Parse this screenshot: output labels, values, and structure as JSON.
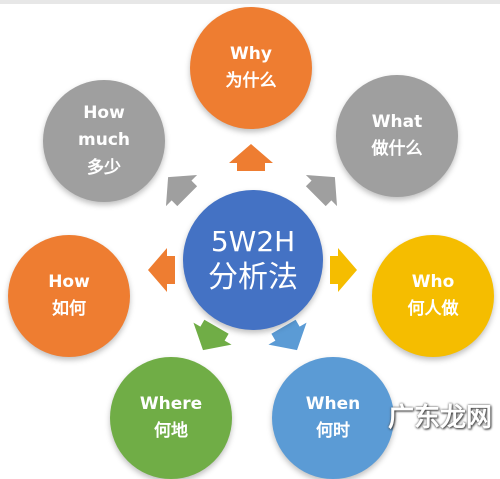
{
  "center": {
    "title": "5W2H",
    "subtitle": "分析法"
  },
  "nodes": {
    "why": {
      "en": "Why",
      "zh": "为什么"
    },
    "what": {
      "en": "What",
      "zh": "做什么"
    },
    "who": {
      "en": "Who",
      "zh": "何人做"
    },
    "when": {
      "en": "When",
      "zh": "何时"
    },
    "where": {
      "en": "Where",
      "zh": "何地"
    },
    "how": {
      "en": "How",
      "zh": "如何"
    },
    "how_much": {
      "en_line1": "How",
      "en_line2": "much",
      "zh": "多少"
    }
  },
  "watermark": "广东龙网",
  "colors": {
    "why": "#ee7d31",
    "how": "#ee7d31",
    "what": "#9f9f9f",
    "how_much": "#9f9f9f",
    "who": "#f5bd00",
    "when": "#5b9bd5",
    "where": "#70ad46",
    "center": "#4472c4",
    "arrow_top": "#ee7d31",
    "arrow_left": "#ee7d31",
    "arrow_upper_left": "#9f9f9f",
    "arrow_upper_right": "#9f9f9f",
    "arrow_right": "#f5bd00",
    "arrow_lower_right": "#5b9bd5",
    "arrow_lower_left": "#70ad46"
  }
}
